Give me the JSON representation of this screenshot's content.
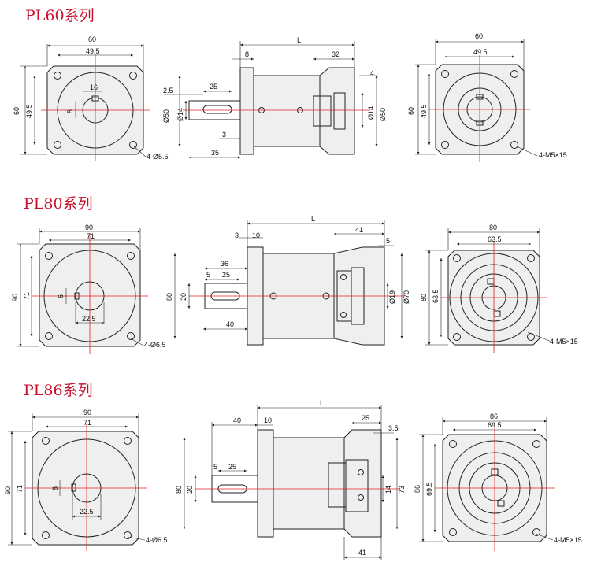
{
  "sections": [
    {
      "title": "PL60系列",
      "front": {
        "width": "60",
        "bolt_pitch": "49.5",
        "height": "60",
        "bolt_pitch_v": "49.5",
        "key_width": "16",
        "key_height": "5",
        "holes": "4-Ø5.5"
      },
      "side": {
        "length": "L",
        "flange": "8",
        "rear": "32",
        "rear_step": "4",
        "key_edge": "2.5",
        "key_len": "25",
        "d_pilot": "Ø50",
        "d_shaft": "Ø14",
        "shoulder": "3",
        "shaft_len": "35",
        "d_in": "Ø14",
        "d_in_pilot": "Ø50"
      },
      "rear": {
        "width": "60",
        "bolt_pitch": "49.5",
        "height": "60",
        "bolt_pitch_v": "49.5",
        "holes": "4-M5×15"
      }
    },
    {
      "title": "PL80系列",
      "front": {
        "width": "90",
        "bolt_pitch": "71",
        "height": "90",
        "bolt_pitch_v": "71",
        "key_height": "6",
        "key_pos": "22.5",
        "holes": "4-Ø6.5"
      },
      "side": {
        "length": "L",
        "shoulder": "3",
        "flange": "10",
        "rear": "41",
        "rear_step": "5",
        "key_zone": "36",
        "key_edge": "5",
        "key_len": "25",
        "d_pilot": "80",
        "d_shaft": "20",
        "shaft_len": "40",
        "d_in": "Ø19",
        "d_in_pilot": "Ø70"
      },
      "rear": {
        "width": "80",
        "bolt_pitch": "63.5",
        "height": "80",
        "bolt_pitch_v": "63.5",
        "holes": "4-M5×15"
      }
    },
    {
      "title": "PL86系列",
      "front": {
        "width": "90",
        "bolt_pitch": "71",
        "height": "90",
        "bolt_pitch_v": "71",
        "key_height": "6",
        "key_pos": "22.5",
        "holes": "4-Ø6.5"
      },
      "side": {
        "length": "L",
        "shaft_len": "40",
        "flange": "10",
        "rear": "25",
        "rear_step": "3.5",
        "key_edge": "5",
        "key_len": "25",
        "d_pilot": "80",
        "d_shaft": "20",
        "d_in": "14",
        "d_in_pilot": "73",
        "rear_bottom": "41"
      },
      "rear": {
        "width": "86",
        "bolt_pitch": "69.5",
        "height": "86",
        "bolt_pitch_v": "69.5",
        "holes": "4-M5×15"
      }
    }
  ],
  "colors": {
    "title": "#c8102e",
    "centerline": "#e52020",
    "line": "#222222"
  }
}
